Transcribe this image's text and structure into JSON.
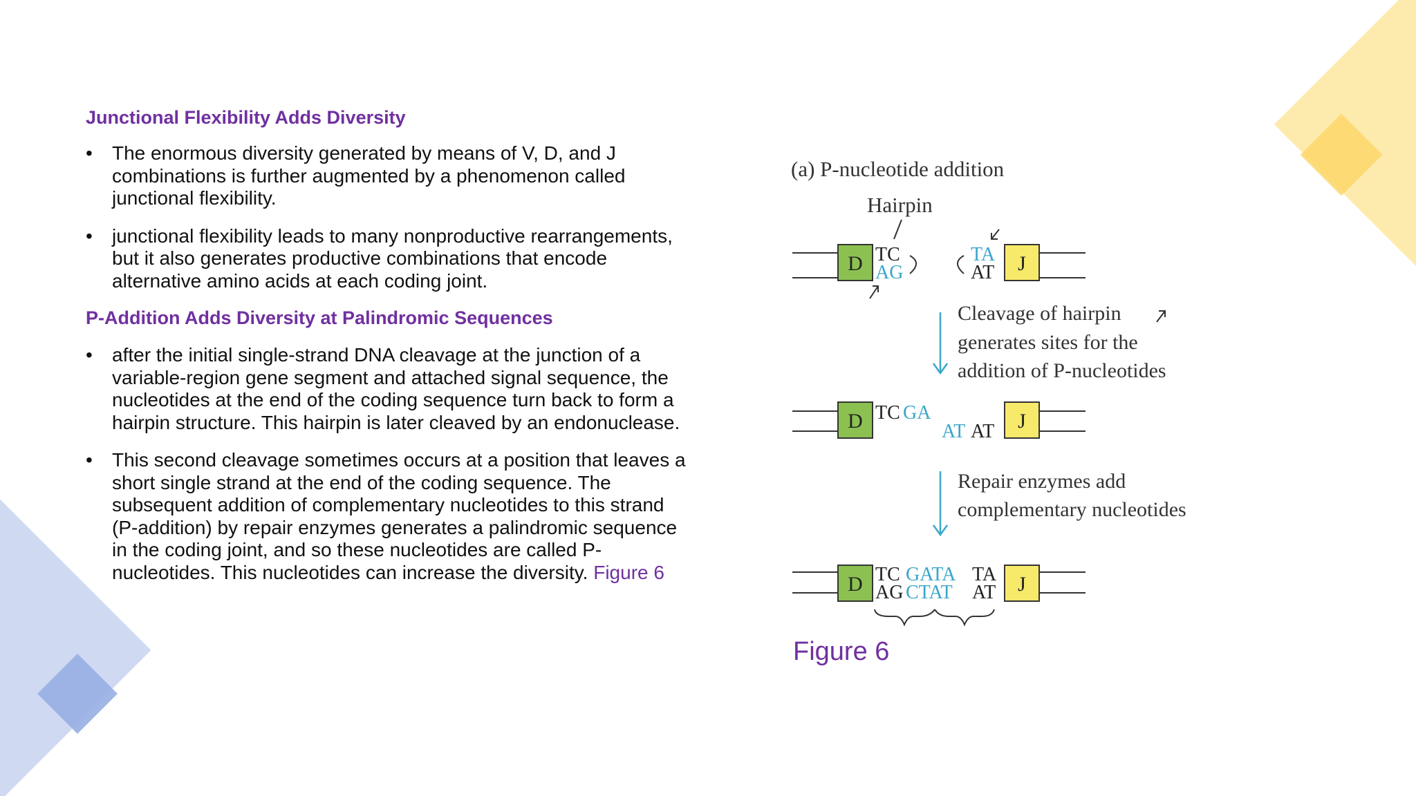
{
  "colors": {
    "heading": "#7030a0",
    "text": "#111111",
    "cyan": "#3aa6c9",
    "d_box": "#8cc152",
    "j_box": "#f7ea6a"
  },
  "section1": {
    "heading": "Junctional Flexibility Adds Diversity",
    "bullets": [
      "The enormous diversity generated by means of V, D, and J combinations is further augmented by a phenomenon called junctional flexibility.",
      " junctional flexibility leads to many nonproductive rearrangements, but it also generates productive combinations that encode alternative amino acids at each coding joint."
    ]
  },
  "section2": {
    "heading": "P-Addition Adds Diversity at Palindromic Sequences",
    "bullet1": "after the initial single-strand DNA cleavage at the junction of a variable-region gene segment and attached signal sequence, the nucleotides at the end of the coding sequence turn back to form a hairpin structure. This hairpin is later cleaved by an endonuclease.",
    "bullet2": "This second cleavage sometimes occurs at a position that leaves a short single strand at the end of the coding sequence. The subsequent addition of complementary nucleotides to this strand (P-addition) by repair enzymes generates a palindromic sequence in the coding joint, and so these nucleotides are called P-nucleotides. This nucleotides can increase the diversity.",
    "bullet2_link": "Figure 6"
  },
  "figure": {
    "title": "(a)  P-nucleotide addition",
    "hairpin_label": "Hairpin",
    "d_label": "D",
    "j_label": "J",
    "row1": {
      "left_top": "TC",
      "left_bottom": "AG",
      "right_top": "TA",
      "right_bottom": "AT"
    },
    "step1_lines": [
      "Cleavage of hairpin",
      "generates sites for the",
      "addition of P-nucleotides"
    ],
    "row2": {
      "left_black": "TC",
      "left_cyan": "GA",
      "right_cyan": "AT",
      "right_black": "AT"
    },
    "step2_lines": [
      "Repair enzymes add",
      "complementary nucleotides"
    ],
    "row3": {
      "top_black_left": "TC",
      "top_cyan": "GATA",
      "top_black_right": "TA",
      "bottom_black_left": "AG",
      "bottom_cyan": "CTAT",
      "bottom_black_right": "AT"
    },
    "caption": "Figure 6"
  }
}
